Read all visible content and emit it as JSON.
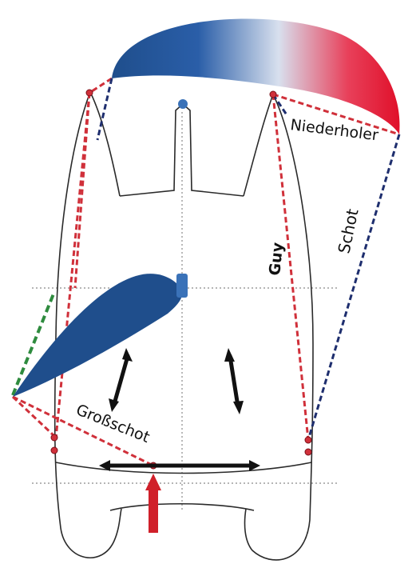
{
  "labels": {
    "niederholer": "Niederholer",
    "schot": "Schot",
    "guy": "Guy",
    "grossschot": "Großschot"
  },
  "colors": {
    "hull_outline": "#2a2a2a",
    "centerline": "#8a8a8a",
    "red_lines": "#d0303a",
    "navy_lines": "#1e2e6e",
    "green_line": "#2e8b3e",
    "mainsail": "#1f4e8c",
    "spinnaker_left": "#1f4e8c",
    "spinnaker_mid": "#d8e0ee",
    "spinnaker_right": "#e0102a",
    "traveller_arrow": "#111111",
    "sheet_arrow": "#d0202a",
    "mast": "#3a72b8"
  },
  "icons": {
    "arrows": "double-headed-arrow",
    "force": "up-arrow"
  }
}
